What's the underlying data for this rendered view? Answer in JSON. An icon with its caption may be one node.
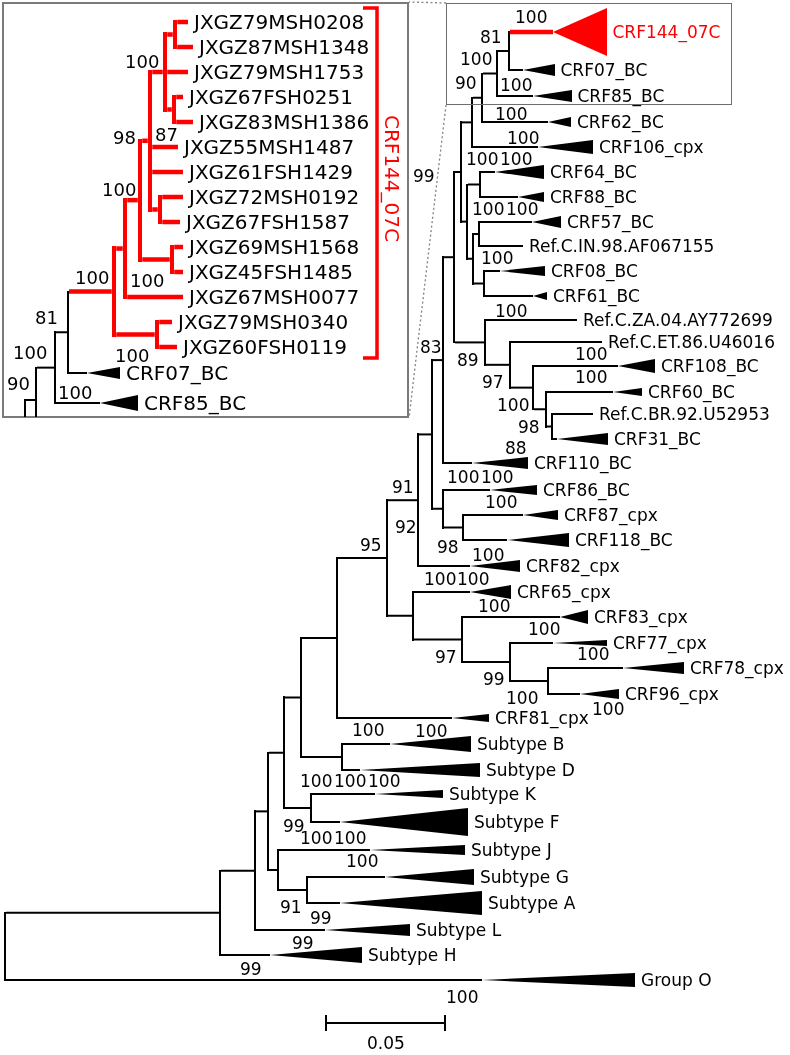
{
  "diagram": {
    "nodes": [
      {
        "text": [],
        "shape": "box"
      },
      {
        "text": [],
        "shape": "bar",
        "in": 0
      },
      {
        "text": [],
        "shape": "bar",
        "in": 0
      },
      {
        "text": [],
        "shape": "bar",
        "in": 0
      },
      {
        "text": [],
        "shape": "bar",
        "in": 0
      },
      {
        "text": [],
        "shape": "bar",
        "in": 0
      },
      {
        "text": [],
        "shape": "bar",
        "in": 0
      },
      {
        "text": [],
        "shape": "bar",
        "in": 0
      },
      {
        "text": [],
        "shape": "bar",
        "in": 0
      },
      {
        "text": [],
        "shape": "bar",
        "in": 0
      },
      {
        "text": [],
        "shape": "bar",
        "in": 0
      },
      {
        "text": [
          "JXGZ79MSH0208"
        ],
        "in": 0
      },
      {
        "text": [
          "JXGZ87MSH1348"
        ],
        "in": 0
      },
      {
        "text": [
          "JXGZ79MSH1753"
        ],
        "in": 0
      },
      {
        "text": [],
        "shape": "bar",
        "in": 0
      },
      {
        "text": [
          "JXGZ67FSH0251"
        ],
        "in": 0
      },
      {
        "text": [
          "JXGZ83MSH1386"
        ],
        "in": 0
      },
      {
        "text": [
          "JXGZ55MSH1487"
        ],
        "in": 0
      },
      {
        "text": [
          "JXGZ61FSH1429"
        ],
        "in": 0
      },
      {
        "text": [],
        "shape": "bar",
        "in": 0
      },
      {
        "text": [
          "JXGZ72MSH0192"
        ],
        "in": 0
      },
      {
        "text": [
          "JXGZ67FSH1587"
        ],
        "in": 0
      },
      {
        "text": [],
        "shape": "bar",
        "in": 0
      },
      {
        "text": [
          "JXGZ69MSH1568"
        ],
        "in": 0
      },
      {
        "text": [
          "JXGZ45FSH1485"
        ],
        "in": 0
      },
      {
        "text": [
          "JXGZ67MSH0077"
        ],
        "in": 0
      },
      {
        "text": [],
        "shape": "bar",
        "in": 0
      },
      {
        "text": [
          "JXGZ79MSH0340"
        ],
        "in": 0
      },
      {
        "text": [
          "JXGZ60FSH0119"
        ],
        "in": 0
      },
      {
        "text": [
          "CRF07_BC"
        ],
        "in": 0
      },
      {
        "text": [
          "CRF85_BC"
        ],
        "in": 0
      },
      {
        "text": [],
        "shape": "bar"
      },
      {
        "text": [],
        "shape": "bar"
      },
      {
        "text": [],
        "shape": "bar"
      },
      {
        "text": [],
        "shape": "bar"
      },
      {
        "text": [],
        "shape": "bar"
      },
      {
        "text": [],
        "shape": "bar"
      },
      {
        "text": [],
        "shape": "bar"
      },
      {
        "text": [],
        "shape": "bar"
      },
      {
        "text": [],
        "shape": "bar"
      },
      {
        "text": [],
        "shape": "bar"
      },
      {
        "text": [],
        "shape": "bar"
      },
      {
        "text": [],
        "shape": "bar"
      },
      {
        "text": [],
        "shape": "bar"
      },
      {
        "text": [],
        "shape": "bar"
      },
      {
        "text": [],
        "shape": "bar"
      },
      {
        "text": [],
        "shape": "box"
      },
      {
        "text": [],
        "shape": "bar",
        "in": 46
      },
      {
        "text": [],
        "shape": "bar",
        "in": 46
      },
      {
        "text": [
          "CRF144_07C"
        ],
        "in": 46
      },
      {
        "text": [
          "CRF07_BC"
        ],
        "in": 46
      },
      {
        "text": [
          "CRF85_BC"
        ],
        "in": 46
      },
      {
        "text": [
          "CRF62_BC"
        ]
      },
      {
        "text": [
          "CRF106_cpx"
        ]
      },
      {
        "text": [],
        "shape": "bar"
      },
      {
        "text": [],
        "shape": "bar"
      },
      {
        "text": [
          "CRF64_BC"
        ]
      },
      {
        "text": [
          "CRF88_BC"
        ]
      },
      {
        "text": [],
        "shape": "bar"
      },
      {
        "text": [],
        "shape": "bar"
      },
      {
        "text": [
          "CRF57_BC"
        ]
      },
      {
        "text": [
          "Ref.C.IN.98.AF067155"
        ]
      },
      {
        "text": [],
        "shape": "bar"
      },
      {
        "text": [
          "CRF08_BC"
        ]
      },
      {
        "text": [
          "CRF61_BC"
        ]
      },
      {
        "text": [],
        "shape": "bar"
      },
      {
        "text": [
          "Ref.C.ZA.04.AY772699"
        ]
      },
      {
        "text": [],
        "shape": "bar"
      },
      {
        "text": [
          "Ref.C.ET.86.U46016"
        ]
      },
      {
        "text": [],
        "shape": "bar"
      },
      {
        "text": [
          "CRF108_BC"
        ]
      },
      {
        "text": [],
        "shape": "bar"
      },
      {
        "text": [
          "CRF60_BC"
        ]
      },
      {
        "text": [],
        "shape": "bar"
      },
      {
        "text": [
          "Ref.C.BR.92.U52953"
        ]
      },
      {
        "text": [
          "CRF31_BC"
        ]
      },
      {
        "text": [
          "CRF110_BC"
        ]
      },
      {
        "text": [],
        "shape": "bar"
      },
      {
        "text": [
          "CRF86_BC"
        ]
      },
      {
        "text": [],
        "shape": "bar"
      },
      {
        "text": [
          "CRF87_cpx"
        ]
      },
      {
        "text": [
          "CRF118_BC"
        ]
      },
      {
        "text": [
          "CRF82_cpx"
        ]
      },
      {
        "text": [],
        "shape": "bar"
      },
      {
        "text": [
          "CRF65_cpx"
        ]
      },
      {
        "text": [],
        "shape": "bar"
      },
      {
        "text": [
          "CRF83_cpx"
        ]
      },
      {
        "text": [],
        "shape": "bar"
      },
      {
        "text": [
          "CRF77_cpx"
        ]
      },
      {
        "text": [],
        "shape": "bar"
      },
      {
        "text": [
          "CRF78_cpx"
        ]
      },
      {
        "text": [
          "CRF96_cpx"
        ]
      },
      {
        "text": [
          "CRF81_cpx"
        ]
      },
      {
        "text": [],
        "shape": "bar"
      },
      {
        "text": [
          "Subtype B"
        ]
      },
      {
        "text": [
          "Subtype D"
        ]
      },
      {
        "text": [],
        "shape": "bar"
      },
      {
        "text": [
          "Subtype K"
        ]
      },
      {
        "text": [
          "Subtype F"
        ]
      },
      {
        "text": [],
        "shape": "bar"
      },
      {
        "text": [
          "Subtype J"
        ]
      },
      {
        "text": [],
        "shape": "bar"
      },
      {
        "text": [
          "Subtype G"
        ]
      },
      {
        "text": [
          "Subtype A"
        ]
      },
      {
        "text": [
          "Subtype L"
        ]
      },
      {
        "text": [
          "Subtype H"
        ]
      },
      {
        "text": [
          "Group O"
        ]
      }
    ],
    "edges": [
      {
        "from": 1,
        "to": 2,
        "arrow": "none"
      },
      {
        "from": 2,
        "to": 3,
        "arrow": "none"
      },
      {
        "from": 3,
        "to": 4,
        "arrow": "none"
      },
      {
        "from": 4,
        "to": 5,
        "arrow": "none",
        "style": "thick",
        "color": "#ff0000"
      },
      {
        "from": 5,
        "to": 6,
        "arrow": "none",
        "style": "thick",
        "color": "#ff0000"
      },
      {
        "from": 6,
        "to": 7,
        "arrow": "none",
        "style": "thick",
        "color": "#ff0000"
      },
      {
        "from": 7,
        "to": 8,
        "arrow": "none",
        "style": "thick",
        "color": "#ff0000"
      },
      {
        "from": 8,
        "to": 9,
        "arrow": "none",
        "style": "thick",
        "color": "#ff0000"
      },
      {
        "from": 9,
        "to": 10,
        "arrow": "none",
        "style": "thick",
        "color": "#ff0000"
      },
      {
        "from": 10,
        "to": 11,
        "arrow": "none",
        "style": "thick",
        "color": "#ff0000"
      },
      {
        "from": 10,
        "to": 12,
        "arrow": "none",
        "style": "thick",
        "color": "#ff0000"
      },
      {
        "from": 9,
        "to": 13,
        "arrow": "none",
        "style": "thick",
        "color": "#ff0000"
      },
      {
        "from": 9,
        "to": 14,
        "arrow": "none",
        "style": "thick",
        "color": "#ff0000"
      },
      {
        "from": 14,
        "to": 15,
        "arrow": "none",
        "style": "thick",
        "color": "#ff0000"
      },
      {
        "from": 14,
        "to": 16,
        "arrow": "none",
        "style": "thick",
        "color": "#ff0000"
      },
      {
        "from": 8,
        "to": 17,
        "arrow": "none",
        "style": "thick",
        "color": "#ff0000"
      },
      {
        "from": 8,
        "to": 18,
        "arrow": "none",
        "style": "thick",
        "color": "#ff0000"
      },
      {
        "from": 8,
        "to": 19,
        "arrow": "none",
        "style": "thick",
        "color": "#ff0000"
      },
      {
        "from": 19,
        "to": 20,
        "arrow": "none",
        "style": "thick",
        "color": "#ff0000"
      },
      {
        "from": 19,
        "to": 21,
        "arrow": "none",
        "style": "thick",
        "color": "#ff0000"
      },
      {
        "from": 7,
        "to": 22,
        "arrow": "none",
        "style": "thick",
        "color": "#ff0000"
      },
      {
        "from": 22,
        "to": 23,
        "arrow": "none",
        "style": "thick",
        "color": "#ff0000"
      },
      {
        "from": 22,
        "to": 24,
        "arrow": "none",
        "style": "thick",
        "color": "#ff0000"
      },
      {
        "from": 6,
        "to": 25,
        "arrow": "none",
        "style": "thick",
        "color": "#ff0000"
      },
      {
        "from": 5,
        "to": 26,
        "arrow": "none",
        "style": "thick",
        "color": "#ff0000"
      },
      {
        "from": 26,
        "to": 27,
        "arrow": "none",
        "style": "thick",
        "color": "#ff0000"
      },
      {
        "from": 26,
        "to": 28,
        "arrow": "none",
        "style": "thick",
        "color": "#ff0000"
      },
      {
        "from": 4,
        "to": 29,
        "arrow": "none"
      },
      {
        "from": 3,
        "to": 30,
        "arrow": "none"
      },
      {
        "from": 31,
        "to": 32,
        "arrow": "none"
      },
      {
        "from": 32,
        "to": 33,
        "arrow": "none"
      },
      {
        "from": 33,
        "to": 34,
        "arrow": "none"
      },
      {
        "from": 34,
        "to": 35,
        "arrow": "none"
      },
      {
        "from": 35,
        "to": 36,
        "arrow": "none"
      },
      {
        "from": 36,
        "to": 37,
        "arrow": "none"
      },
      {
        "from": 37,
        "to": 38,
        "arrow": "none"
      },
      {
        "from": 38,
        "to": 39,
        "arrow": "none"
      },
      {
        "from": 39,
        "to": 40,
        "arrow": "none"
      },
      {
        "from": 40,
        "to": 41,
        "arrow": "none"
      },
      {
        "from": 41,
        "to": 42,
        "arrow": "none"
      },
      {
        "from": 42,
        "to": 43,
        "arrow": "none"
      },
      {
        "from": 43,
        "to": 44,
        "arrow": "none"
      },
      {
        "from": 44,
        "to": 45,
        "arrow": "none"
      },
      {
        "from": 45,
        "to": 47,
        "arrow": "none"
      },
      {
        "from": 47,
        "to": 48,
        "arrow": "none"
      },
      {
        "from": 48,
        "to": 49,
        "arrow": "none",
        "style": "thick",
        "color": "#ff0000"
      },
      {
        "from": 48,
        "to": 50,
        "arrow": "none"
      },
      {
        "from": 47,
        "to": 51,
        "arrow": "none"
      },
      {
        "from": 45,
        "to": 52,
        "arrow": "none"
      },
      {
        "from": 44,
        "to": 53,
        "arrow": "none"
      },
      {
        "from": 43,
        "to": 54,
        "arrow": "none"
      },
      {
        "from": 54,
        "to": 55,
        "arrow": "none"
      },
      {
        "from": 55,
        "to": 56,
        "arrow": "none"
      },
      {
        "from": 55,
        "to": 57,
        "arrow": "none"
      },
      {
        "from": 54,
        "to": 58,
        "arrow": "none"
      },
      {
        "from": 58,
        "to": 59,
        "arrow": "none"
      },
      {
        "from": 59,
        "to": 60,
        "arrow": "none"
      },
      {
        "from": 59,
        "to": 61,
        "arrow": "none"
      },
      {
        "from": 58,
        "to": 62,
        "arrow": "none"
      },
      {
        "from": 62,
        "to": 63,
        "arrow": "none"
      },
      {
        "from": 62,
        "to": 64,
        "arrow": "none"
      },
      {
        "from": 42,
        "to": 65,
        "arrow": "none"
      },
      {
        "from": 65,
        "to": 66,
        "arrow": "none"
      },
      {
        "from": 65,
        "to": 67,
        "arrow": "none"
      },
      {
        "from": 67,
        "to": 68,
        "arrow": "none"
      },
      {
        "from": 67,
        "to": 69,
        "arrow": "none"
      },
      {
        "from": 69,
        "to": 70,
        "arrow": "none"
      },
      {
        "from": 69,
        "to": 71,
        "arrow": "none"
      },
      {
        "from": 71,
        "to": 72,
        "arrow": "none"
      },
      {
        "from": 71,
        "to": 73,
        "arrow": "none"
      },
      {
        "from": 73,
        "to": 74,
        "arrow": "none"
      },
      {
        "from": 73,
        "to": 75,
        "arrow": "none"
      },
      {
        "from": 41,
        "to": 76,
        "arrow": "none"
      },
      {
        "from": 40,
        "to": 77,
        "arrow": "none"
      },
      {
        "from": 77,
        "to": 78,
        "arrow": "none"
      },
      {
        "from": 77,
        "to": 79,
        "arrow": "none"
      },
      {
        "from": 79,
        "to": 80,
        "arrow": "none"
      },
      {
        "from": 79,
        "to": 81,
        "arrow": "none"
      },
      {
        "from": 39,
        "to": 82,
        "arrow": "none"
      },
      {
        "from": 38,
        "to": 83,
        "arrow": "none"
      },
      {
        "from": 83,
        "to": 84,
        "arrow": "none"
      },
      {
        "from": 83,
        "to": 85,
        "arrow": "none"
      },
      {
        "from": 85,
        "to": 86,
        "arrow": "none"
      },
      {
        "from": 85,
        "to": 87,
        "arrow": "none"
      },
      {
        "from": 87,
        "to": 88,
        "arrow": "none"
      },
      {
        "from": 87,
        "to": 89,
        "arrow": "none"
      },
      {
        "from": 89,
        "to": 90,
        "arrow": "none"
      },
      {
        "from": 89,
        "to": 91,
        "arrow": "none"
      },
      {
        "from": 37,
        "to": 92,
        "arrow": "none"
      },
      {
        "from": 36,
        "to": 93,
        "arrow": "none"
      },
      {
        "from": 93,
        "to": 94,
        "arrow": "none"
      },
      {
        "from": 93,
        "to": 95,
        "arrow": "none"
      },
      {
        "from": 35,
        "to": 96,
        "arrow": "none"
      },
      {
        "from": 96,
        "to": 97,
        "arrow": "none"
      },
      {
        "from": 96,
        "to": 98,
        "arrow": "none"
      },
      {
        "from": 34,
        "to": 99,
        "arrow": "none"
      },
      {
        "from": 99,
        "to": 100,
        "arrow": "none"
      },
      {
        "from": 99,
        "to": 101,
        "arrow": "none"
      },
      {
        "from": 101,
        "to": 102,
        "arrow": "none"
      },
      {
        "from": 101,
        "to": 103,
        "arrow": "none"
      },
      {
        "from": 33,
        "to": 104,
        "arrow": "none"
      },
      {
        "from": 32,
        "to": 105,
        "arrow": "none"
      },
      {
        "from": 31,
        "to": 106,
        "arrow": "none"
      },
      {
        "from": 46,
        "to": 0,
        "arrow": "none",
        "style": "dashed",
        "color": "#808080"
      },
      {
        "from": 46,
        "to": 0,
        "arrow": "none",
        "style": "dashed",
        "color": "#808080"
      }
    ],
    "labels": [
      "100",
      "98",
      "87",
      "100",
      "100",
      "100",
      "81",
      "100",
      "100",
      "90",
      "100",
      "CRF144_07C",
      "100",
      "81",
      "100",
      "90",
      "100",
      "100",
      "100",
      "100",
      "100",
      "99",
      "100",
      "100",
      "100",
      "100",
      "83",
      "89",
      "100",
      "97",
      "100",
      "100",
      "98",
      "88",
      "91",
      "100",
      "100",
      "100",
      "92",
      "95",
      "98",
      "100",
      "100",
      "100",
      "100",
      "100",
      "97",
      "100",
      "99",
      "100",
      "100",
      "100",
      "100",
      "100",
      "100",
      "100",
      "99",
      "100",
      "100",
      "100",
      "91",
      "99",
      "99",
      "99",
      "100",
      "0.05"
    ]
  }
}
